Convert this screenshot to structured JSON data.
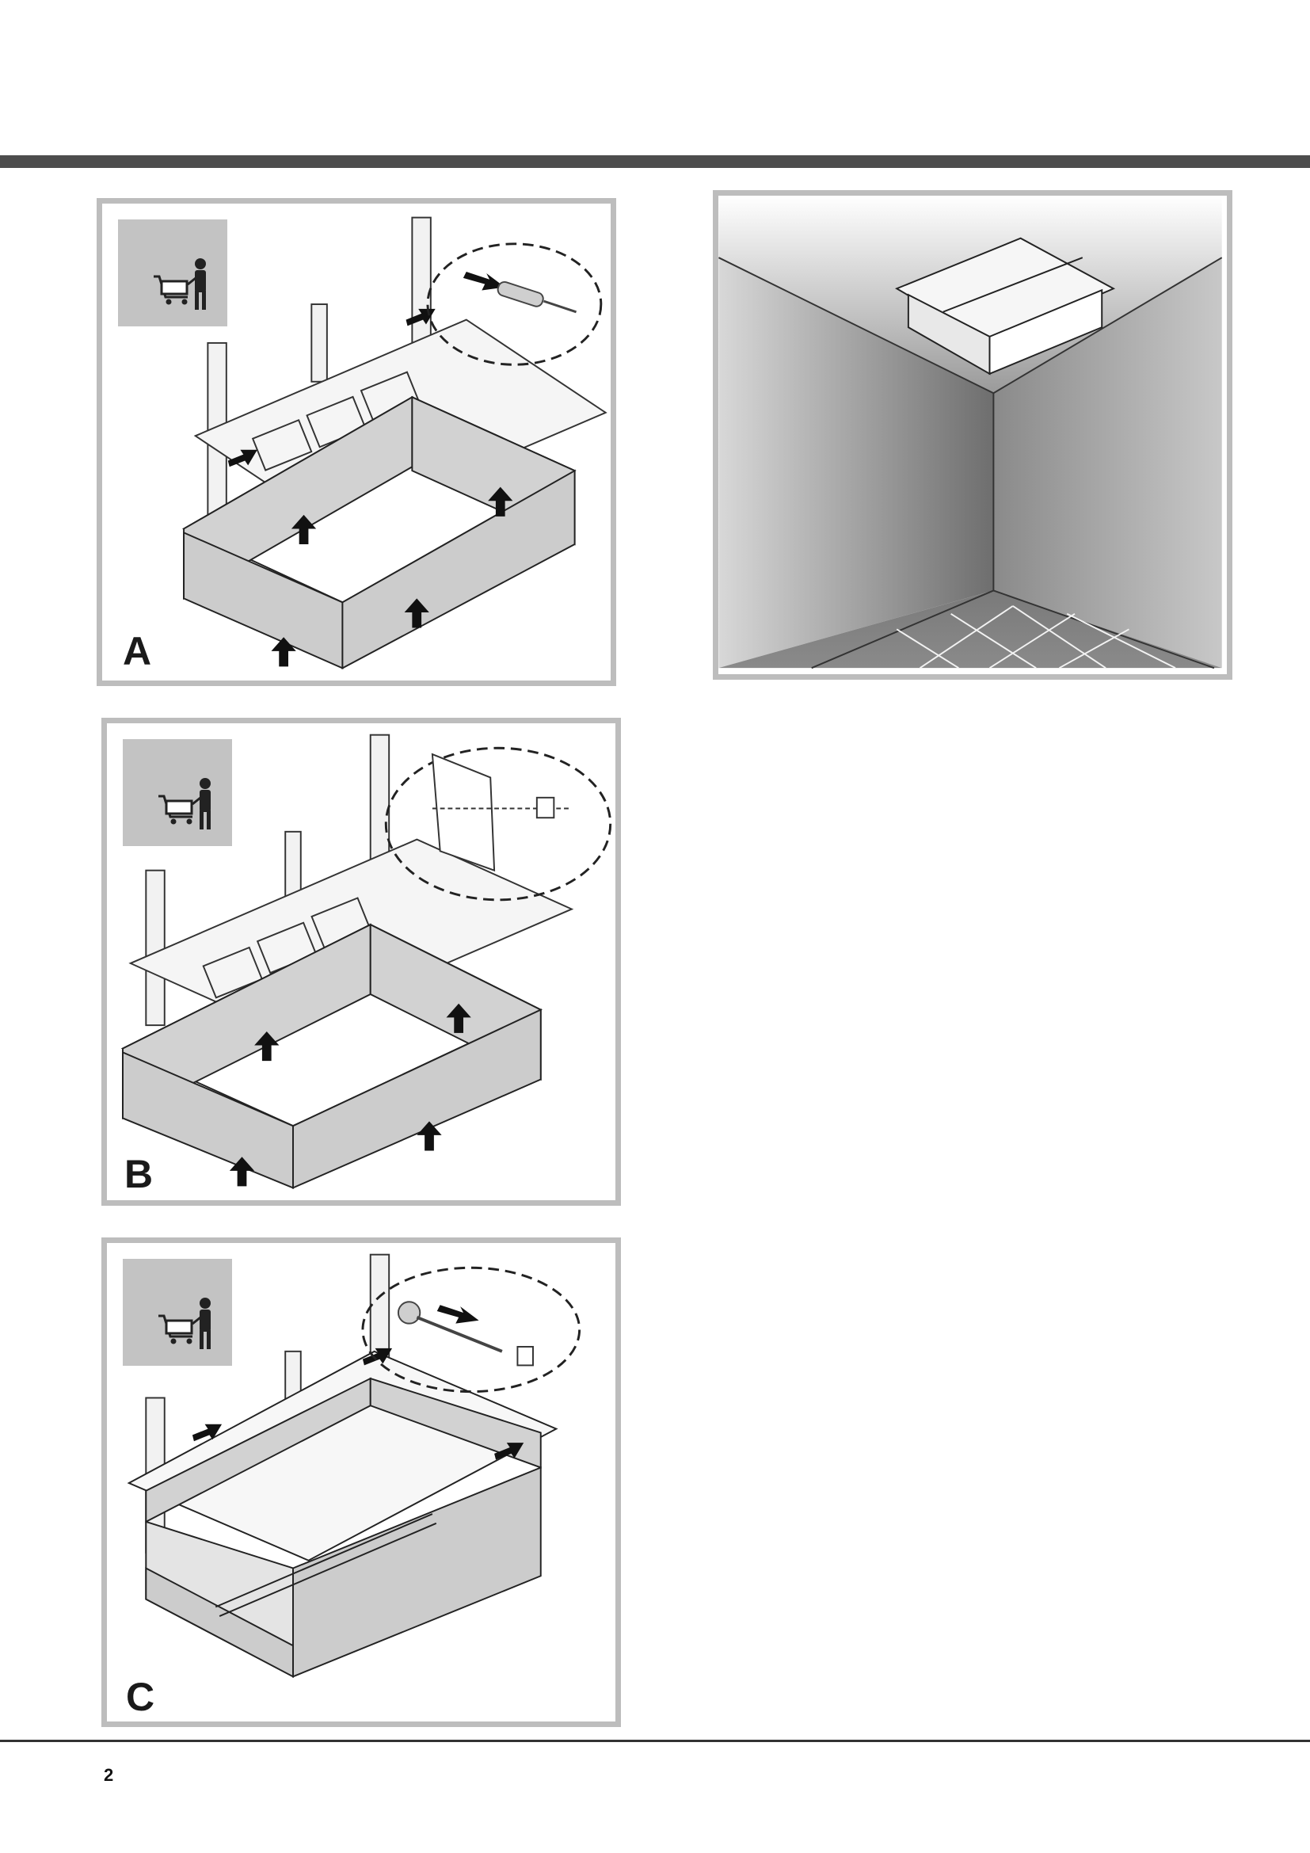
{
  "colors": {
    "rule": "#4d4d4d",
    "panel_border": "#bdbdbd",
    "badge_bg": "#c3c3c3",
    "panel_fill": "#d2d2d2",
    "ink": "#1a1a1a"
  },
  "panels": [
    {
      "label": "A",
      "badge_icon": "shopping-cart-person-icon"
    },
    {
      "label": "B",
      "badge_icon": "shopping-cart-person-icon"
    },
    {
      "label": "C",
      "badge_icon": "shopping-cart-person-icon"
    }
  ],
  "room_view": {
    "icon": "ceiling-hood-in-room-illustration"
  },
  "footer": {
    "page_number": "2"
  }
}
